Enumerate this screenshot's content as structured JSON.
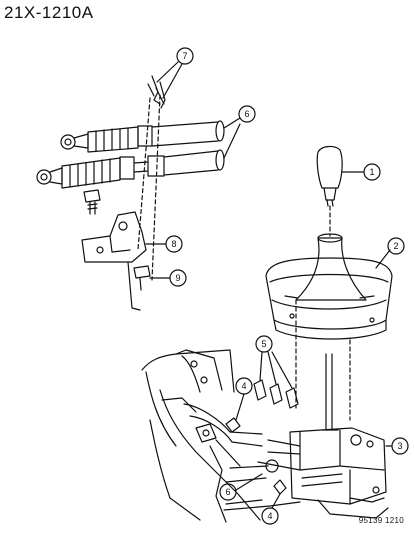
{
  "page_code": "21X-1210A",
  "figure_code": "95139 1210",
  "callouts": [
    {
      "number": "1",
      "part": "shift-knob"
    },
    {
      "number": "2",
      "part": "boot-bezel"
    },
    {
      "number": "3",
      "part": "shifter-assembly"
    },
    {
      "number": "4",
      "part": "fastener-lower"
    },
    {
      "number": "4",
      "part": "fastener-upper"
    },
    {
      "number": "5",
      "part": "cable-clips"
    },
    {
      "number": "6",
      "part": "cables-lower"
    },
    {
      "number": "6",
      "part": "cables-upper"
    },
    {
      "number": "7",
      "part": "retainer-clips"
    },
    {
      "number": "8",
      "part": "cable-bracket"
    },
    {
      "number": "9",
      "part": "bracket-bolt"
    }
  ]
}
